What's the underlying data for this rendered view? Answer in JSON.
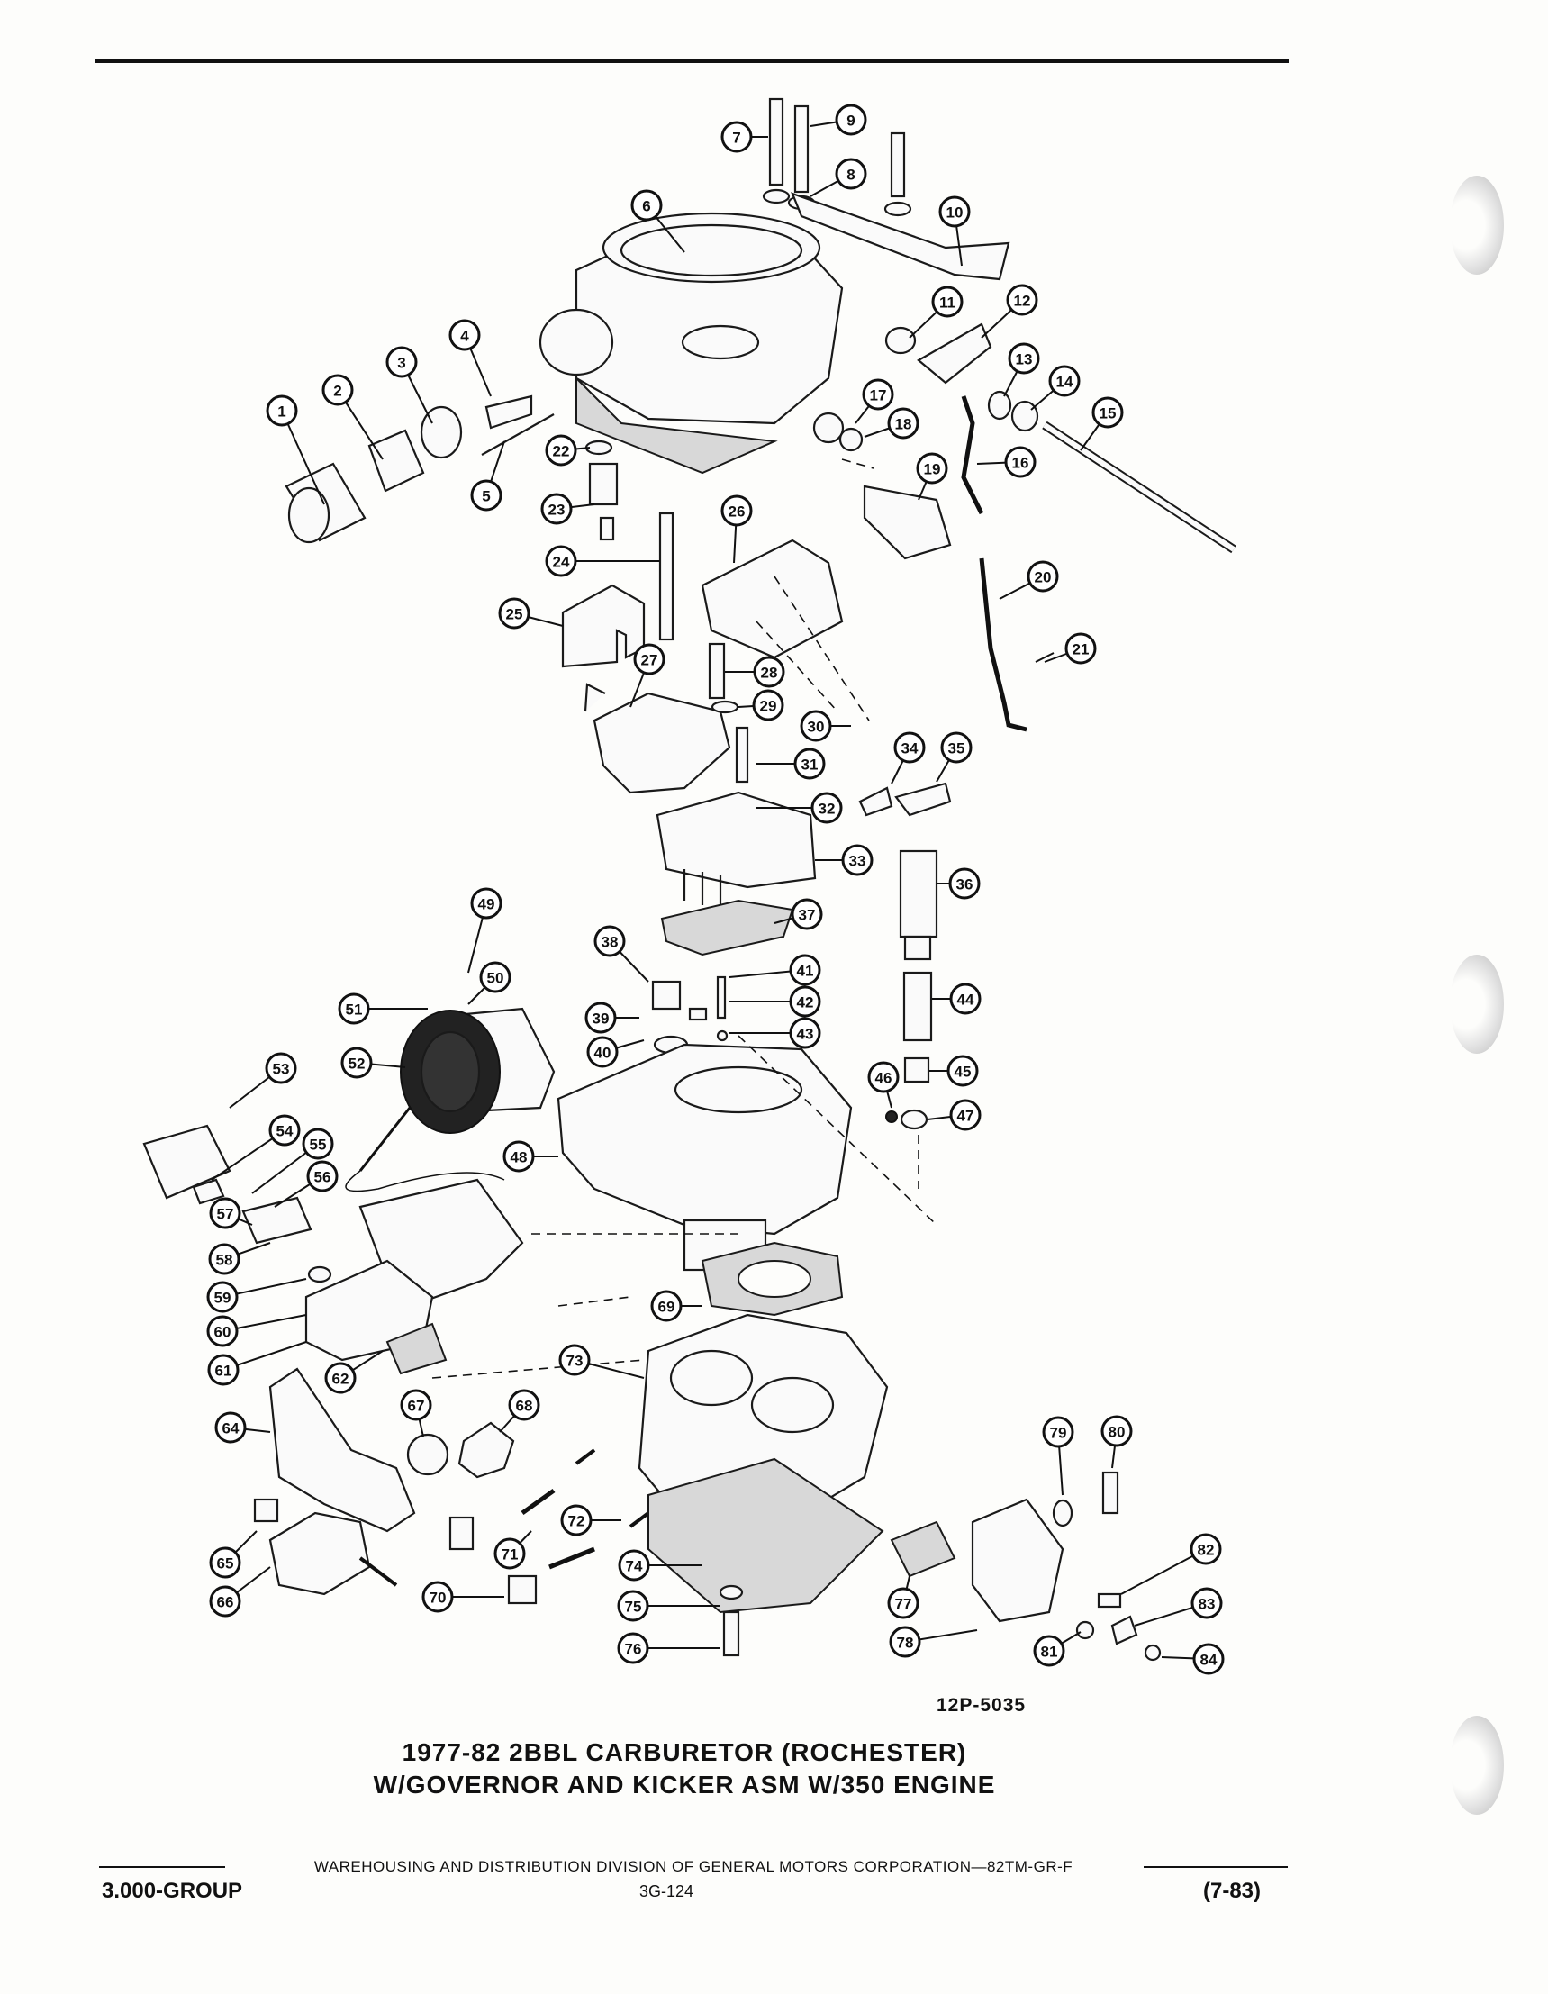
{
  "diagram": {
    "callouts": [
      "1",
      "2",
      "3",
      "4",
      "5",
      "6",
      "7",
      "8",
      "9",
      "10",
      "11",
      "12",
      "13",
      "14",
      "15",
      "16",
      "17",
      "18",
      "19",
      "20",
      "21",
      "22",
      "23",
      "24",
      "25",
      "26",
      "27",
      "28",
      "29",
      "30",
      "31",
      "32",
      "33",
      "34",
      "35",
      "36",
      "37",
      "38",
      "39",
      "40",
      "41",
      "42",
      "43",
      "44",
      "45",
      "46",
      "47",
      "48",
      "49",
      "50",
      "51",
      "52",
      "53",
      "54",
      "55",
      "56",
      "57",
      "58",
      "59",
      "60",
      "61",
      "62",
      "64",
      "65",
      "66",
      "67",
      "68",
      "69",
      "70",
      "71",
      "72",
      "73",
      "74",
      "75",
      "76",
      "77",
      "78",
      "79",
      "80",
      "81",
      "82",
      "83",
      "84"
    ],
    "reference_code": "12P-5035"
  },
  "title": {
    "line1": "1977-82 2BBL CARBURETOR (ROCHESTER)",
    "line2": "W/GOVERNOR AND KICKER ASM W/350 ENGINE"
  },
  "footer": {
    "division_text": "WAREHOUSING AND DISTRIBUTION  DIVISION OF GENERAL MOTORS CORPORATION—82TM-GR-F",
    "group": "3.000-GROUP",
    "page_number": "3G-124",
    "revision": "(7-83)"
  }
}
